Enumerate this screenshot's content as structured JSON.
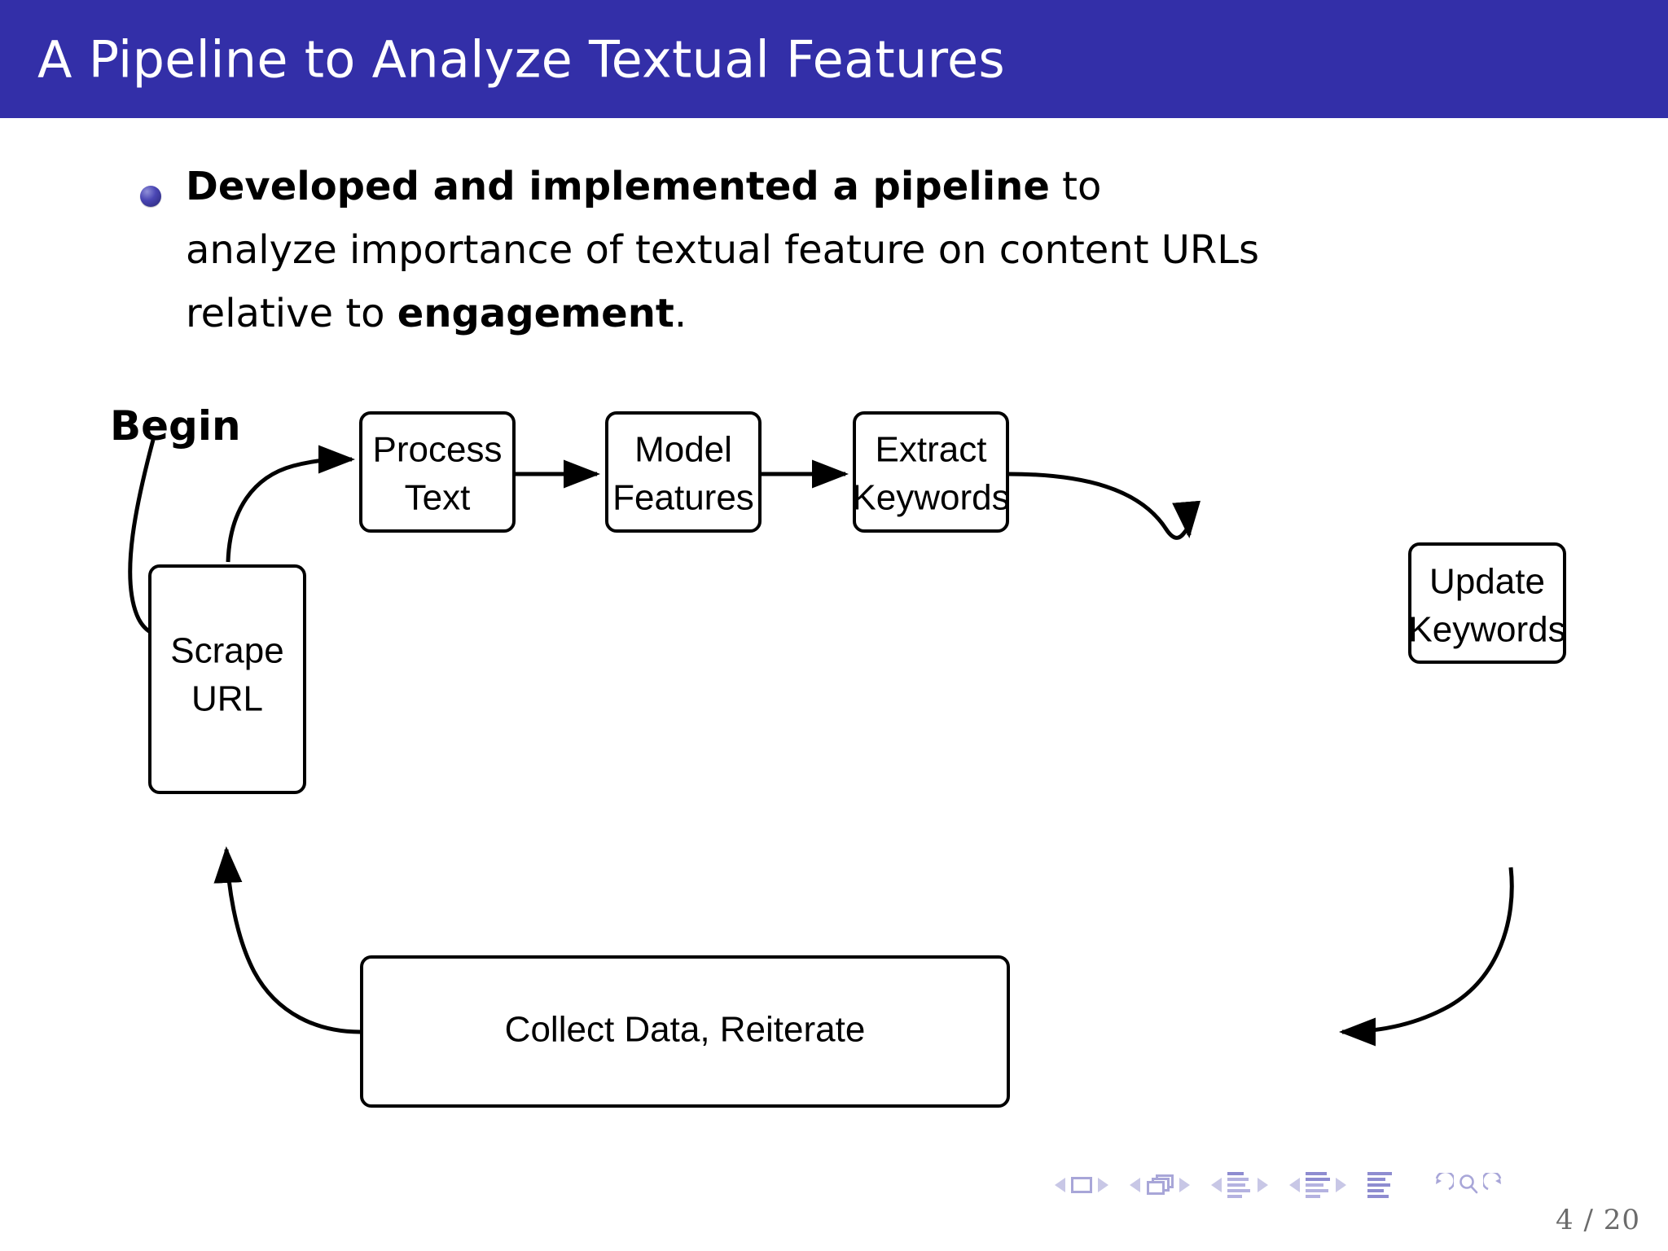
{
  "slide": {
    "title": "A Pipeline to Analyze Textual Features",
    "title_bar_color": "#332FA8",
    "background_color": "#FFFFFF"
  },
  "bullet": {
    "marker": "bullet-sphere-icon",
    "segments": [
      {
        "text": "Developed and implemented a pipeline",
        "bold": true
      },
      {
        "text": " to analyze importance of textual feature on content URLs relative to ",
        "bold": false
      },
      {
        "text": "engagement",
        "bold": true
      },
      {
        "text": ".",
        "bold": false
      }
    ],
    "full_text": "Developed and implemented a pipeline to analyze importance of textual feature on content URLs relative to engagement."
  },
  "diagram": {
    "type": "flowchart",
    "start_label": "Begin",
    "nodes": [
      {
        "id": "scrape-url",
        "label_line1": "Scrape",
        "label_line2": "URL"
      },
      {
        "id": "process-text",
        "label_line1": "Process",
        "label_line2": "Text"
      },
      {
        "id": "model-features",
        "label_line1": "Model",
        "label_line2": "Features"
      },
      {
        "id": "extract-keywords",
        "label_line1": "Extract",
        "label_line2": "Keywords"
      },
      {
        "id": "update-keywords",
        "label_line1": "Update",
        "label_line2": "Keywords"
      },
      {
        "id": "collect-data",
        "label_line1": "Collect Data, Reiterate",
        "label_line2": ""
      }
    ],
    "edges": [
      {
        "from": "begin",
        "to": "scrape-url"
      },
      {
        "from": "scrape-url",
        "to": "process-text"
      },
      {
        "from": "process-text",
        "to": "model-features"
      },
      {
        "from": "model-features",
        "to": "extract-keywords"
      },
      {
        "from": "extract-keywords",
        "to": "update-keywords"
      },
      {
        "from": "update-keywords",
        "to": "collect-data"
      },
      {
        "from": "collect-data",
        "to": "scrape-url"
      }
    ],
    "box_stroke_color": "#000000",
    "box_fill_color": "#FFFFFF"
  },
  "navigation": {
    "icon_color": "#A8A6D8",
    "groups": [
      {
        "name": "slide-nav",
        "prev": "prev-slide",
        "icon": "slide-icon",
        "next": "next-slide"
      },
      {
        "name": "frame-nav",
        "prev": "prev-frame",
        "icon": "frame-stack-icon",
        "next": "next-frame"
      },
      {
        "name": "subsection-nav",
        "prev": "prev-subsection",
        "icon": "subsection-icon",
        "next": "next-subsection"
      },
      {
        "name": "section-nav",
        "prev": "prev-section",
        "icon": "section-icon",
        "next": "next-section"
      }
    ],
    "document_icon": "document-icon",
    "back_icon": "back-arrow-icon",
    "search_icon": "search-icon",
    "forward_icon": "forward-arrow-icon",
    "page_current": "4",
    "page_separator": "/",
    "page_total": "20",
    "page_counter": "4 / 20"
  }
}
